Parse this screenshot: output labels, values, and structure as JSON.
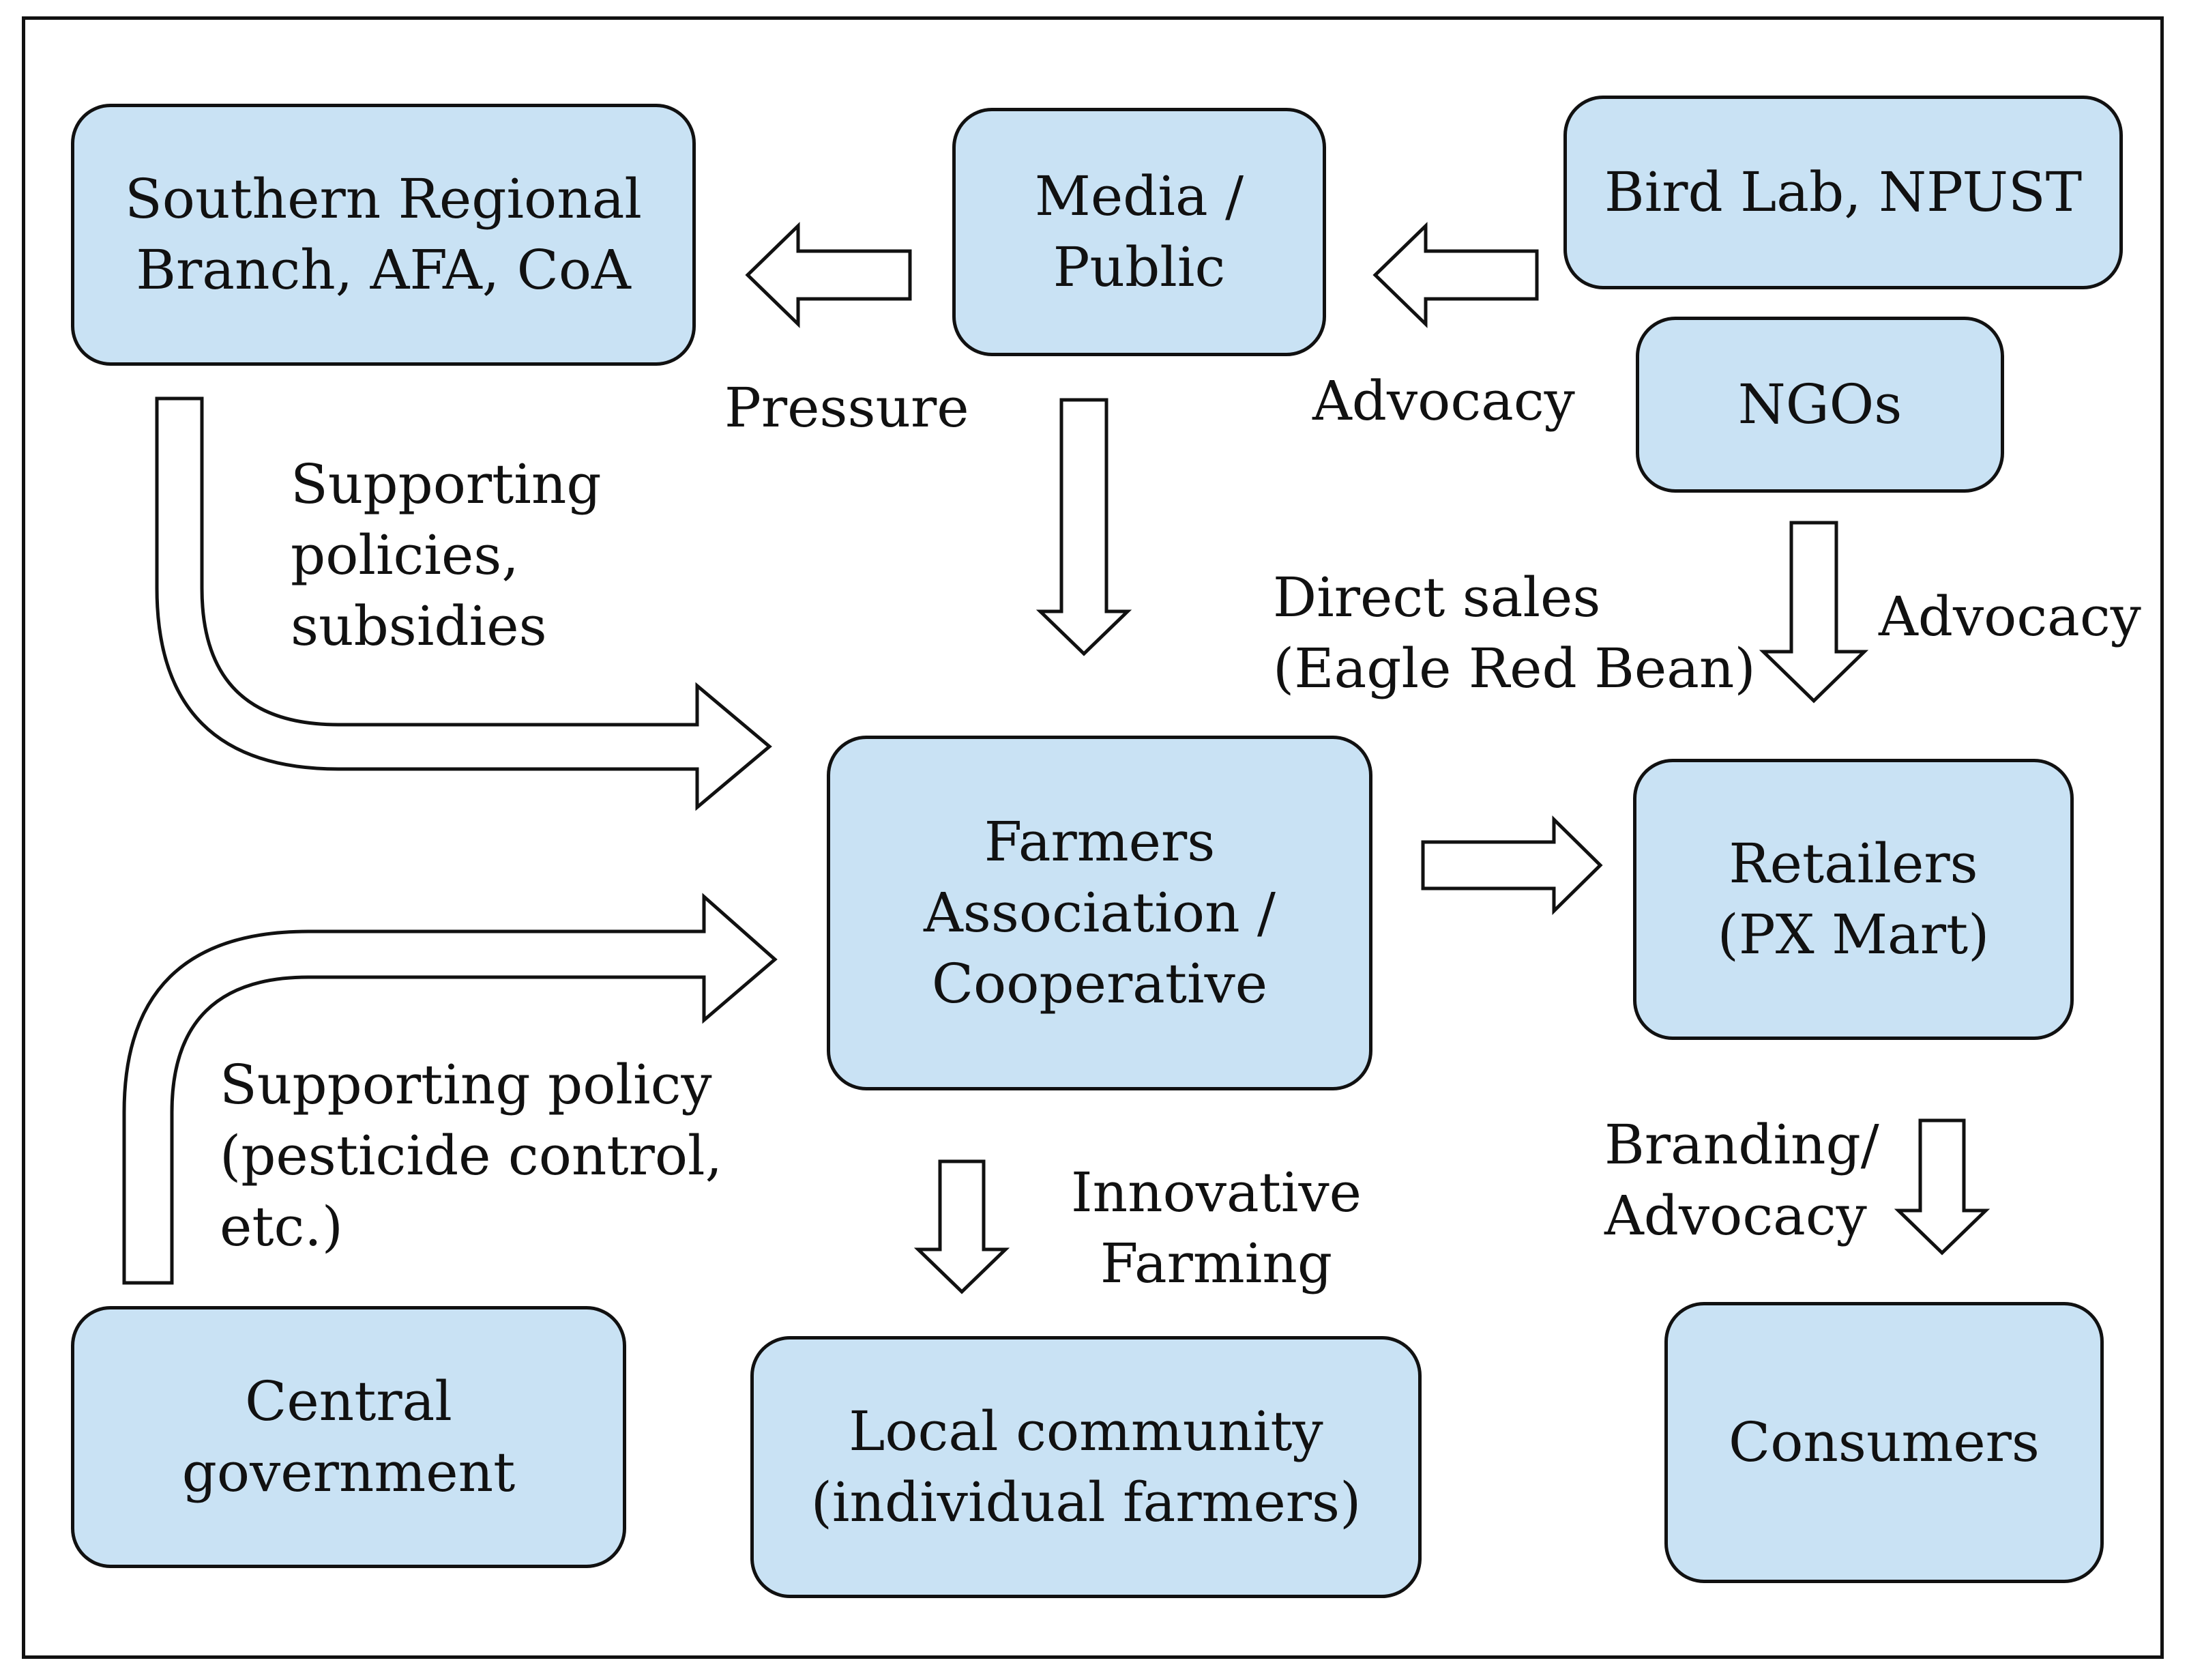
{
  "nodes": {
    "southern_branch": {
      "lines": [
        "Southern Regional",
        "Branch, AFA, CoA"
      ]
    },
    "media_public": {
      "lines": [
        "Media /",
        "Public"
      ]
    },
    "bird_lab": {
      "lines": [
        "Bird Lab, NPUST"
      ]
    },
    "ngos": {
      "lines": [
        "NGOs"
      ]
    },
    "farmers_association": {
      "lines": [
        "Farmers",
        "Association /",
        "Cooperative"
      ]
    },
    "retailers": {
      "lines": [
        "Retailers",
        "(PX Mart)"
      ]
    },
    "central_government": {
      "lines": [
        "Central",
        "government"
      ]
    },
    "local_community": {
      "lines": [
        "Local community",
        "(individual farmers)"
      ]
    },
    "consumers": {
      "lines": [
        "Consumers"
      ]
    }
  },
  "labels": {
    "pressure": [
      "Pressure"
    ],
    "advocacy_media": [
      "Advocacy"
    ],
    "supporting_policies": [
      "Supporting",
      "policies,",
      "subsidies"
    ],
    "direct_sales": [
      "Direct sales",
      "(Eagle Red Bean)"
    ],
    "advocacy_ngos": [
      "Advocacy"
    ],
    "supporting_policy": [
      "Supporting policy",
      "(pesticide control,",
      "etc.)"
    ],
    "innovative_farming": [
      "Innovative",
      "Farming"
    ],
    "branding_advocacy": [
      "Branding/",
      "Advocacy"
    ]
  },
  "colors": {
    "node_fill": "#c9e2f4",
    "outline": "#111111",
    "arrow_fill": "#ffffff"
  }
}
